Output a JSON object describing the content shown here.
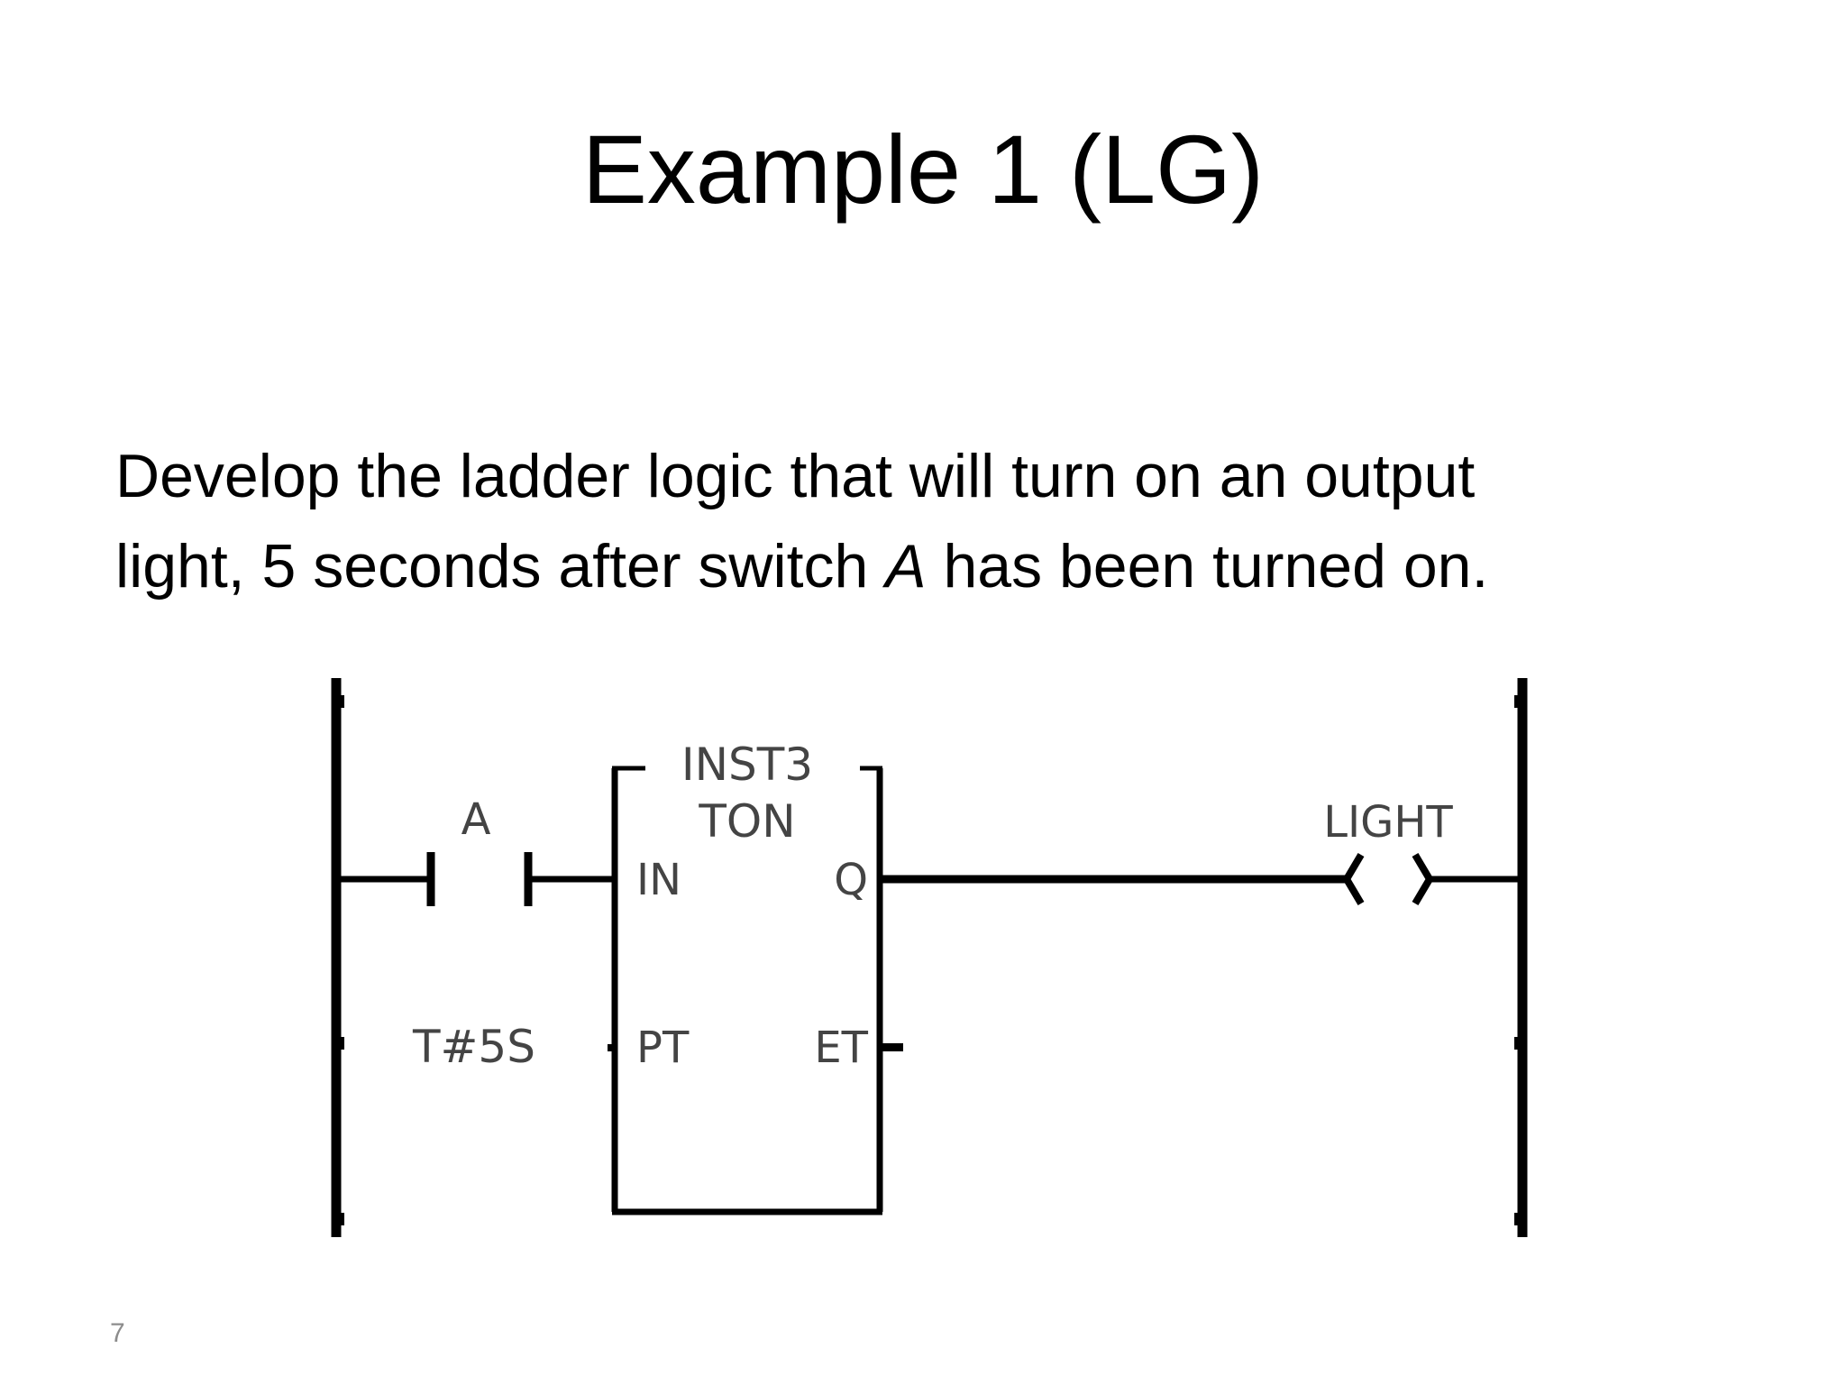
{
  "slide": {
    "title": "Example 1 (LG)",
    "body": {
      "line1": "Develop the ladder logic that will turn on an output",
      "line2_before": "light, 5 seconds after switch ",
      "line2_var": "A",
      "line2_after": " has been turned on."
    },
    "page_number": "7"
  },
  "ladder_diagram": {
    "contact": {
      "label": "A",
      "type": "normally-open"
    },
    "timer_block": {
      "instance_name": "INST3",
      "type": "TON",
      "inputs": [
        "IN",
        "PT"
      ],
      "outputs": [
        "Q",
        "ET"
      ]
    },
    "preset_time": "T#5S",
    "output_coil": {
      "label": "LIGHT"
    }
  }
}
